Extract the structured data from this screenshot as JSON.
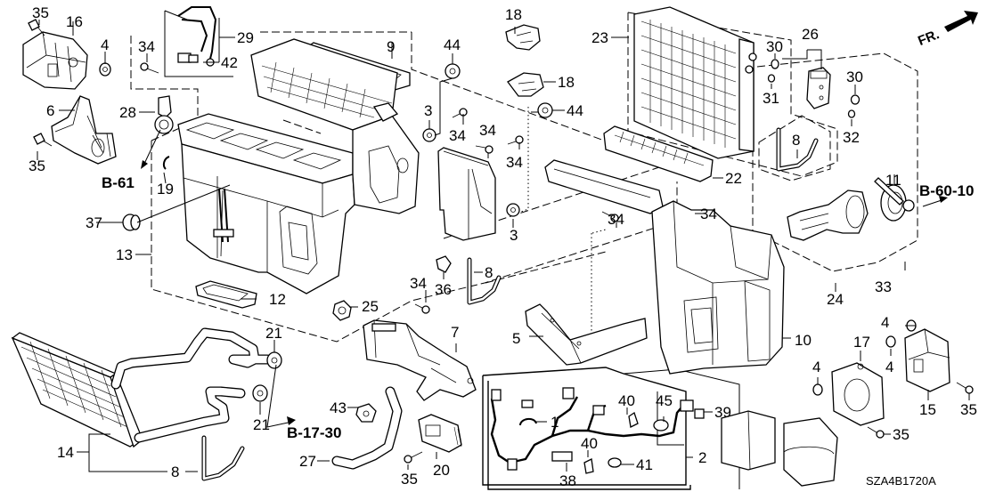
{
  "diagram": {
    "title": "Heater / Evaporator Unit Exploded Parts Diagram",
    "code": "SZA4B1720A",
    "front_indicator": "FR.",
    "callouts": [
      {
        "id": "c35a",
        "label": "35"
      },
      {
        "id": "c16",
        "label": "16"
      },
      {
        "id": "c4a",
        "label": "4"
      },
      {
        "id": "c34a",
        "label": "34"
      },
      {
        "id": "c29",
        "label": "29"
      },
      {
        "id": "c42",
        "label": "42"
      },
      {
        "id": "c6",
        "label": "6"
      },
      {
        "id": "c28",
        "label": "28"
      },
      {
        "id": "c35b",
        "label": "35"
      },
      {
        "id": "c19",
        "label": "19"
      },
      {
        "id": "c37",
        "label": "37"
      },
      {
        "id": "c13",
        "label": "13"
      },
      {
        "id": "c12",
        "label": "12"
      },
      {
        "id": "c9",
        "label": "9"
      },
      {
        "id": "c3a",
        "label": "3"
      },
      {
        "id": "c44a",
        "label": "44"
      },
      {
        "id": "c34b",
        "label": "34"
      },
      {
        "id": "c18a",
        "label": "18"
      },
      {
        "id": "c18b",
        "label": "18"
      },
      {
        "id": "c44b",
        "label": "44"
      },
      {
        "id": "c34c",
        "label": "34"
      },
      {
        "id": "c34d",
        "label": "34"
      },
      {
        "id": "c3b",
        "label": "3"
      },
      {
        "id": "c23",
        "label": "23"
      },
      {
        "id": "c22",
        "label": "22"
      },
      {
        "id": "c26",
        "label": "26"
      },
      {
        "id": "c30a",
        "label": "30"
      },
      {
        "id": "c31",
        "label": "31"
      },
      {
        "id": "c8a",
        "label": "8"
      },
      {
        "id": "c30b",
        "label": "30"
      },
      {
        "id": "c32",
        "label": "32"
      },
      {
        "id": "c11",
        "label": "11"
      },
      {
        "id": "c34e",
        "label": "34"
      },
      {
        "id": "c34f",
        "label": "34"
      },
      {
        "id": "c24",
        "label": "24"
      },
      {
        "id": "c33",
        "label": "33"
      },
      {
        "id": "c36",
        "label": "36"
      },
      {
        "id": "c8b",
        "label": "8"
      },
      {
        "id": "c34g",
        "label": "34"
      },
      {
        "id": "c25",
        "label": "25"
      },
      {
        "id": "c7",
        "label": "7"
      },
      {
        "id": "c5",
        "label": "5"
      },
      {
        "id": "c10",
        "label": "10"
      },
      {
        "id": "c21a",
        "label": "21"
      },
      {
        "id": "c21b",
        "label": "21"
      },
      {
        "id": "c14",
        "label": "14"
      },
      {
        "id": "c8c",
        "label": "8"
      },
      {
        "id": "c43",
        "label": "43"
      },
      {
        "id": "c27",
        "label": "27"
      },
      {
        "id": "c35c",
        "label": "35"
      },
      {
        "id": "c20",
        "label": "20"
      },
      {
        "id": "c1",
        "label": "1"
      },
      {
        "id": "c40a",
        "label": "40"
      },
      {
        "id": "c40b",
        "label": "40"
      },
      {
        "id": "c38",
        "label": "38"
      },
      {
        "id": "c41",
        "label": "41"
      },
      {
        "id": "c45",
        "label": "45"
      },
      {
        "id": "c39",
        "label": "39"
      },
      {
        "id": "c2",
        "label": "2"
      },
      {
        "id": "c4b",
        "label": "4"
      },
      {
        "id": "c4c",
        "label": "4"
      },
      {
        "id": "c4d",
        "label": "4"
      },
      {
        "id": "c17",
        "label": "17"
      },
      {
        "id": "c15",
        "label": "15"
      },
      {
        "id": "c35d",
        "label": "35"
      },
      {
        "id": "c35e",
        "label": "35"
      }
    ],
    "references": [
      {
        "id": "r1",
        "label": "B-61"
      },
      {
        "id": "r2",
        "label": "B-60-10"
      },
      {
        "id": "r3",
        "label": "B-17-30"
      }
    ]
  }
}
